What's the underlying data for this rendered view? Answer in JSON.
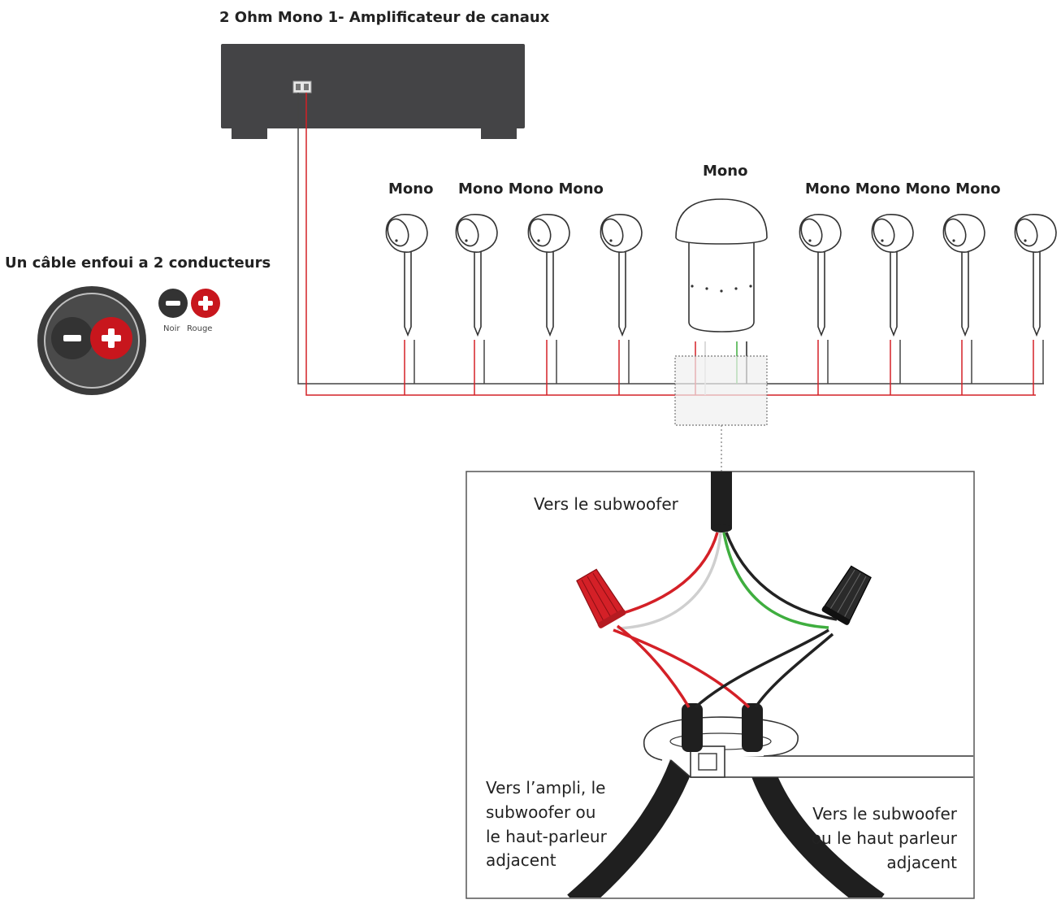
{
  "title": "2 Ohm Mono 1- Amplificateur de canaux",
  "cable_legend": {
    "title": "Un câble enfoui a 2 conducteurs",
    "label_black": "Noir",
    "label_red": "Rouge"
  },
  "speaker_labels": {
    "left_group_1": "Mono",
    "left_group_2": "Mono Mono Mono",
    "center": "Mono",
    "right_group": "Mono Mono Mono Mono"
  },
  "detail": {
    "to_subwoofer": "Vers le subwoofer",
    "left_lines": [
      "Vers l’ampli, le",
      "subwoofer ou",
      "le haut-parleur",
      "adjacent"
    ],
    "right_lines": [
      "Vers le subwoofer",
      "ou le haut parleur",
      "adjacent"
    ]
  },
  "colors": {
    "red_wire": "#d42027",
    "black_wire": "#222222",
    "green_wire": "#3fae3f",
    "white_wire": "#cfcfcf",
    "amp_body": "#444446"
  },
  "icons": [
    "minus-icon",
    "plus-icon",
    "spotlight-speaker-icon",
    "mushroom-subwoofer-icon",
    "wire-nut-icon",
    "cable-tie-icon"
  ]
}
